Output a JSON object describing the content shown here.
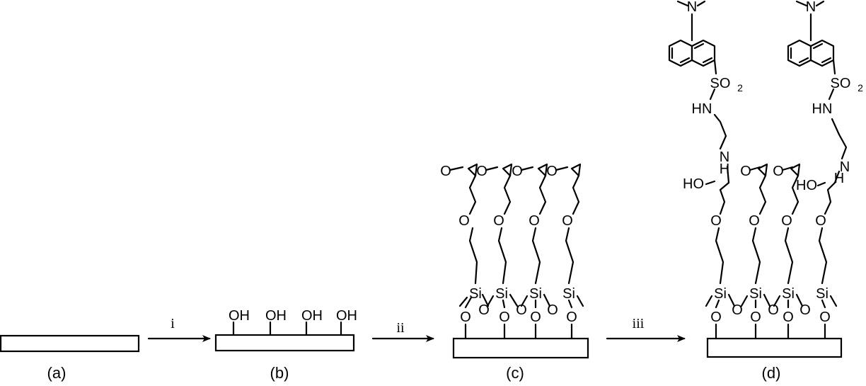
{
  "panels": {
    "a": "(a)",
    "b": "(b)",
    "c": "(c)",
    "d": "(d)"
  },
  "steps": {
    "i": "i",
    "ii": "ii",
    "iii": "iii"
  },
  "atoms": {
    "oh": "OH",
    "ho": "HO",
    "o": "O",
    "si": "Si",
    "n": "N",
    "h": "H",
    "hn": "HN",
    "so": "SO",
    "two": "2"
  }
}
